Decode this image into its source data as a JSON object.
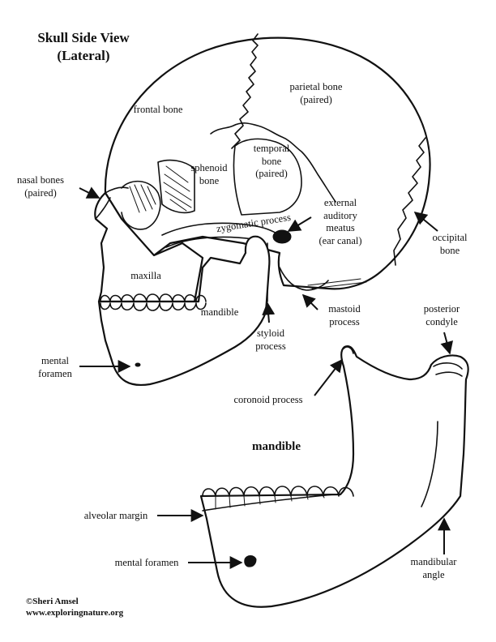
{
  "title": {
    "line1": "Skull Side View",
    "line2": "(Lateral)"
  },
  "labels": {
    "frontal_bone": "frontal bone",
    "parietal_bone": "parietal bone",
    "parietal_paired": "(paired)",
    "nasal_bones": "nasal bones",
    "nasal_paired": "(paired)",
    "sphenoid_1": "sphenoid",
    "sphenoid_2": "bone",
    "temporal_1": "temporal",
    "temporal_2": "bone",
    "temporal_3": "(paired)",
    "zygomatic_process": "zygomatic process",
    "external_1": "external",
    "external_2": "auditory",
    "external_3": "meatus",
    "external_4": "(ear canal)",
    "occipital_1": "occipital",
    "occipital_2": "bone",
    "maxilla": "maxilla",
    "mandible_small": "mandible",
    "mastoid_1": "mastoid",
    "mastoid_2": "process",
    "styloid_1": "styloid",
    "styloid_2": "process",
    "mental_1": "mental",
    "mental_2": "foramen",
    "posterior_1": "posterior",
    "posterior_2": "condyle",
    "coronoid_process": "coronoid process",
    "mandible_heading": "mandible",
    "alveolar_margin": "alveolar margin",
    "mental_foramen": "mental foramen",
    "mandibular_1": "mandibular",
    "mandibular_2": "angle"
  },
  "credit": {
    "line1": "©Sheri Amsel",
    "line2": "www.exploringnature.org"
  }
}
